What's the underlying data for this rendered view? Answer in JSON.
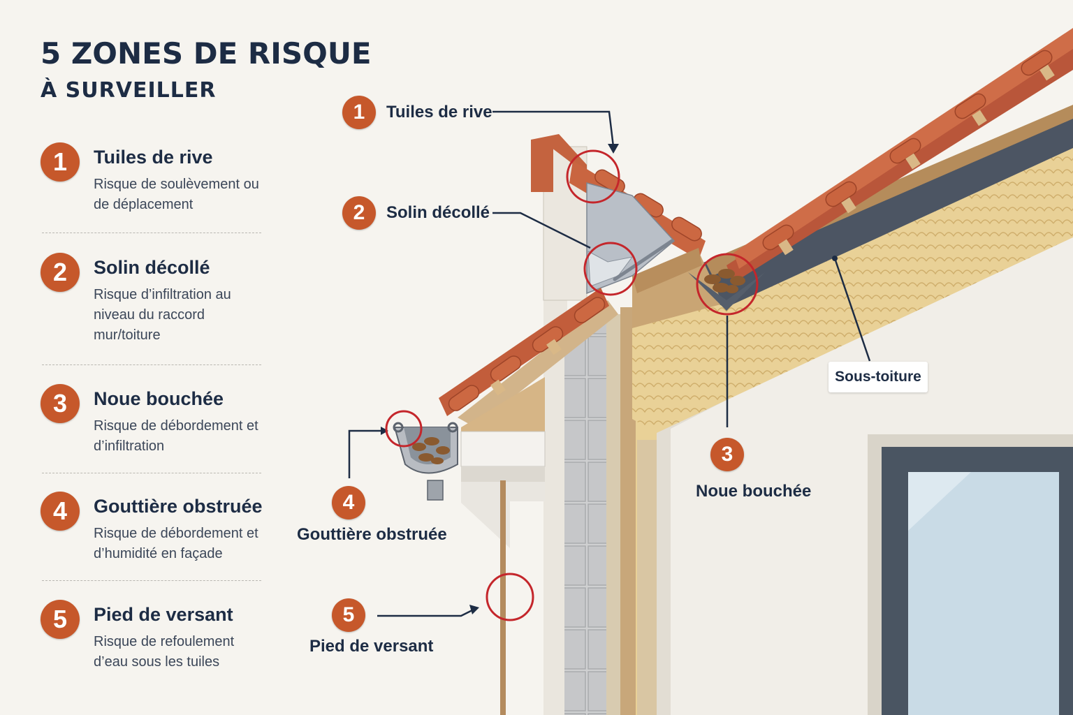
{
  "header": {
    "title": "5 ZONES DE RISQUE",
    "subtitle": "À SURVEILLER"
  },
  "legend": [
    {
      "num": "1",
      "title": "Tuiles de rive",
      "desc": "Risque de soulèvement ou de déplacement"
    },
    {
      "num": "2",
      "title": "Solin décollé",
      "desc": "Risque d’infiltration au niveau du raccord mur/toiture"
    },
    {
      "num": "3",
      "title": "Noue bouchée",
      "desc": "Risque de débordement et d’infiltration"
    },
    {
      "num": "4",
      "title": "Gouttière obstruée",
      "desc": "Risque de débordement et d’humidité en façade"
    },
    {
      "num": "5",
      "title": "Pied de versant",
      "desc": "Risque de refoulement d’eau sous les tuiles"
    }
  ],
  "callouts": [
    {
      "num": "1",
      "label": "Tuiles de rive"
    },
    {
      "num": "2",
      "label": "Solin décollé"
    },
    {
      "num": "3",
      "label": "Noue bouchée"
    },
    {
      "num": "4",
      "label": "Gouttière obstruée"
    },
    {
      "num": "5",
      "label": "Pied de versant"
    }
  ],
  "tag": {
    "label": "Sous-toiture"
  },
  "colors": {
    "accent": "#c6582b",
    "navy": "#1d2c44",
    "tile": "#c4633f",
    "insulation": "#e8cf92",
    "membrane": "#4c5563",
    "wall": "#eeeae3",
    "marker": "#c4262b"
  }
}
